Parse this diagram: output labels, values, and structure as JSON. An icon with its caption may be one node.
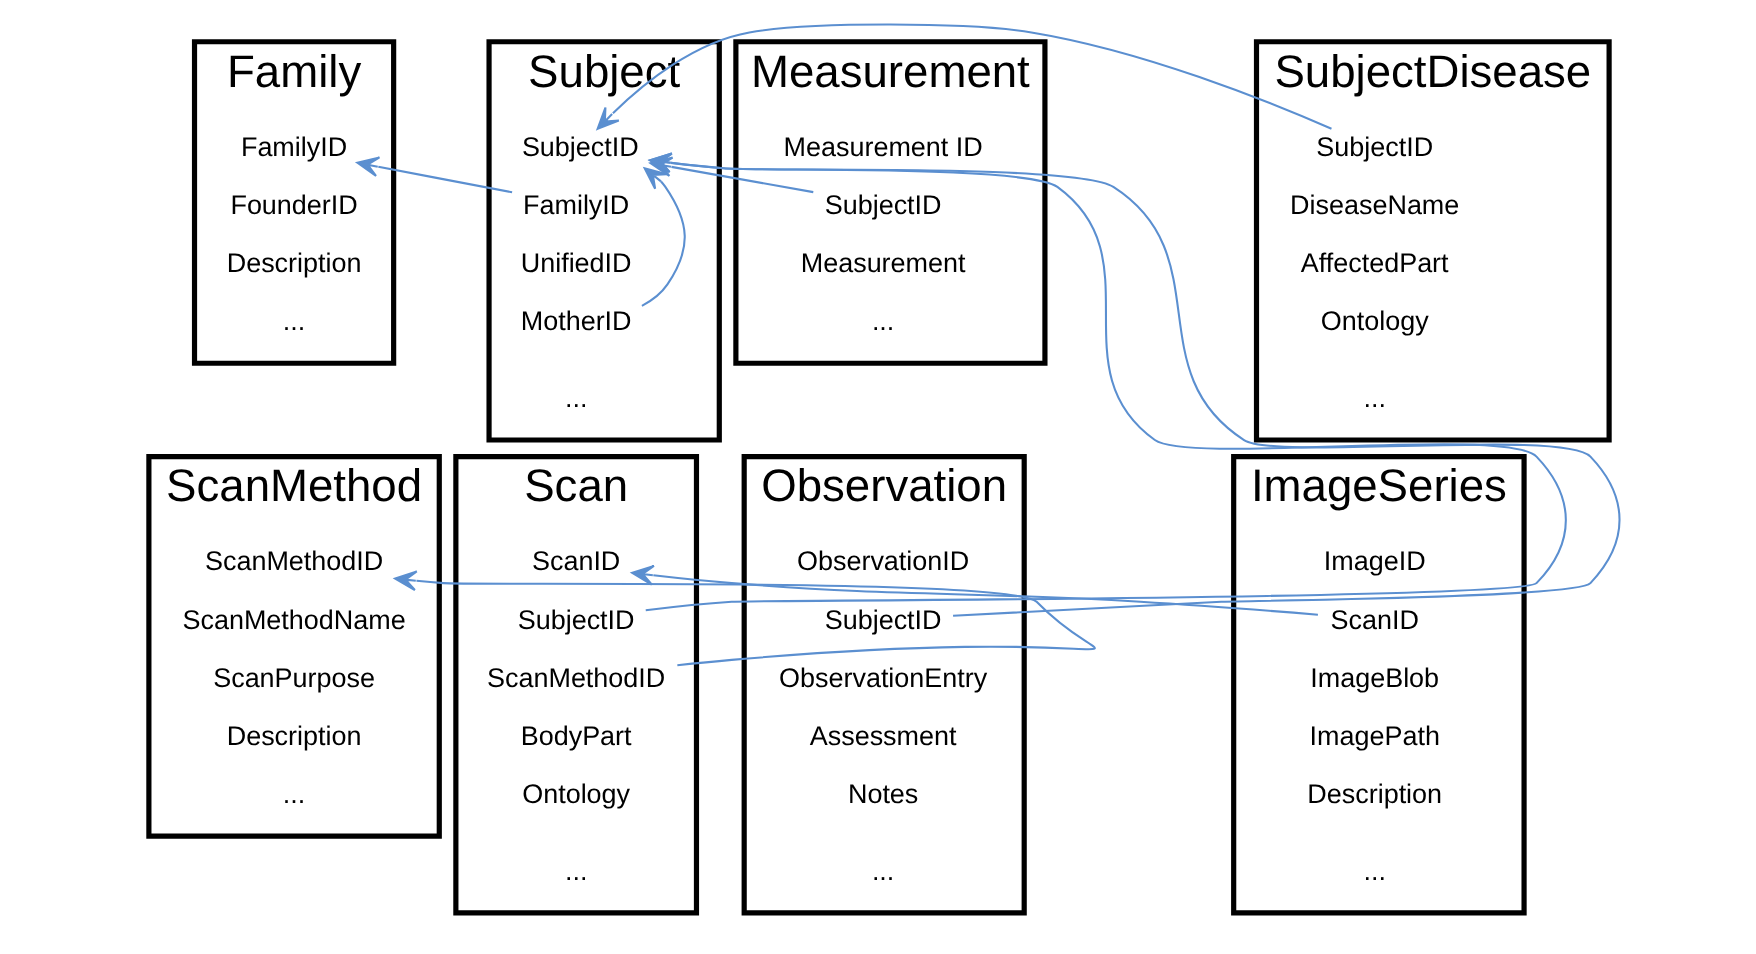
{
  "diagram": {
    "nodes": [
      {
        "text": [
          "Family"
        ]
      },
      {
        "text": [
          "FamilyID"
        ],
        "in": 0
      },
      {
        "text": [
          "FounderID"
        ],
        "in": 0
      },
      {
        "text": [
          "Description"
        ],
        "in": 0
      },
      {
        "text": [
          "..."
        ],
        "in": 0
      },
      {
        "text": [
          "Subject"
        ]
      },
      {
        "text": [
          "SubjectID"
        ],
        "in": 5
      },
      {
        "text": [
          "FamilyID"
        ],
        "in": 5
      },
      {
        "text": [
          "UnifiedID"
        ],
        "in": 5
      },
      {
        "text": [
          "MotherID"
        ],
        "in": 5
      },
      {
        "text": [
          "..."
        ],
        "in": 5
      },
      {
        "text": [
          "SubjectDisease"
        ]
      },
      {
        "text": [
          "SubjectID"
        ],
        "in": 11
      },
      {
        "text": [
          "DiseaseName"
        ],
        "in": 11
      },
      {
        "text": [
          "AffectedPart"
        ],
        "in": 11
      },
      {
        "text": [
          "Ontology"
        ],
        "in": 11
      },
      {
        "text": [
          "..."
        ],
        "in": 11
      },
      {
        "text": [
          "Measurement"
        ]
      },
      {
        "text": [
          "Measurement ID"
        ],
        "in": 17
      },
      {
        "text": [
          "SubjectID"
        ],
        "in": 17
      },
      {
        "text": [
          "Measurement"
        ],
        "in": 17
      },
      {
        "text": [
          "..."
        ],
        "in": 17
      },
      {
        "text": [
          "ScanMethod"
        ]
      },
      {
        "text": [
          "ScanMethodID"
        ],
        "in": 22
      },
      {
        "text": [
          "ScanMethodName"
        ],
        "in": 22
      },
      {
        "text": [
          "ScanPurpose"
        ],
        "in": 22
      },
      {
        "text": [
          "Description"
        ],
        "in": 22
      },
      {
        "text": [
          "..."
        ],
        "in": 22
      },
      {
        "text": [
          "Scan"
        ]
      },
      {
        "text": [
          "ScanID"
        ],
        "in": 28
      },
      {
        "text": [
          "SubjectID"
        ],
        "in": 28
      },
      {
        "text": [
          "ScanMethodID"
        ],
        "in": 28
      },
      {
        "text": [
          "BodyPart"
        ],
        "in": 28
      },
      {
        "text": [
          "Ontology"
        ],
        "in": 28
      },
      {
        "text": [
          "..."
        ],
        "in": 28
      },
      {
        "text": [
          "ImageSeries"
        ]
      },
      {
        "text": [
          "ImageID"
        ],
        "in": 35
      },
      {
        "text": [
          "ScanID"
        ],
        "in": 35
      },
      {
        "text": [
          "ImageBlob"
        ],
        "in": 35
      },
      {
        "text": [
          "ImagePath"
        ],
        "in": 35
      },
      {
        "text": [
          "Description"
        ],
        "in": 35
      },
      {
        "text": [
          "..."
        ],
        "in": 35
      },
      {
        "text": [
          "Observation"
        ]
      },
      {
        "text": [
          "ObservationID"
        ],
        "in": 42
      },
      {
        "text": [
          "SubjectID"
        ],
        "in": 42
      },
      {
        "text": [
          "ObservationEntry"
        ],
        "in": 42
      },
      {
        "text": [
          "Assessment"
        ],
        "in": 42
      },
      {
        "text": [
          "Notes"
        ],
        "in": 42
      },
      {
        "text": [
          "..."
        ],
        "in": 42
      }
    ],
    "edges": [
      {
        "from": 7,
        "to": 1,
        "arrow": "to"
      },
      {
        "from": 9,
        "to": 6,
        "arrow": "to"
      },
      {
        "from": 12,
        "to": 6,
        "arrow": "to"
      },
      {
        "from": 19,
        "to": 6,
        "arrow": "to"
      },
      {
        "from": 44,
        "to": 6,
        "arrow": "to"
      },
      {
        "from": 30,
        "to": 6,
        "arrow": "to"
      },
      {
        "from": 31,
        "to": 23,
        "arrow": "to"
      },
      {
        "from": 37,
        "to": 29,
        "arrow": "to"
      }
    ]
  }
}
